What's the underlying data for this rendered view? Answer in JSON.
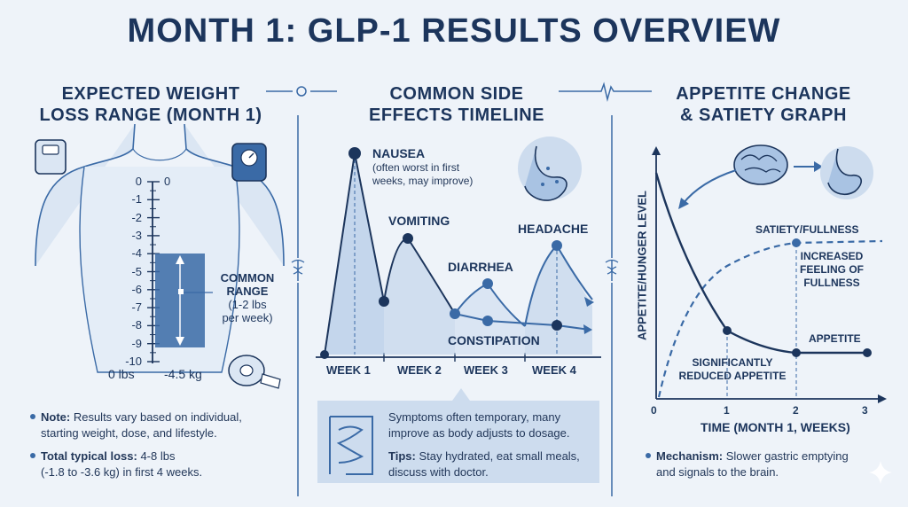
{
  "title": "MONTH 1: GLP-1 RESULTS OVERVIEW",
  "panel1": {
    "heading_line1": "EXPECTED WEIGHT",
    "heading_line2": "LOSS RANGE (MONTH 1)",
    "scale_left": [
      "0",
      "-1",
      "-2",
      "-3",
      "-4",
      "-5",
      "-6",
      "-7",
      "-8",
      "-9",
      "-10"
    ],
    "scale_top_right": "0",
    "bottom_left_label": "0 lbs",
    "bottom_right_label": "-4.5 kg",
    "common_range_title_1": "COMMON",
    "common_range_title_2": "RANGE",
    "common_range_sub_1": "(1-2 lbs",
    "common_range_sub_2": "per week)",
    "note_label": "Note:",
    "note_text_1": " Results vary based on individual,",
    "note_text_2": "starting weight, dose, and lifestyle.",
    "total_label": "Total typical loss:",
    "total_text_1": " 4-8 lbs",
    "total_text_2": "(-1.8 to -3.6 kg) in first 4 weeks."
  },
  "panel2": {
    "heading_line1": "COMMON SIDE",
    "heading_line2": "EFFECTS TIMELINE",
    "weeks": [
      "WEEK 1",
      "WEEK 2",
      "WEEK 3",
      "WEEK 4"
    ],
    "nausea": "NAUSEA",
    "nausea_sub_1": "(often worst in first",
    "nausea_sub_2": "weeks, may improve)",
    "vomiting": "VOMITING",
    "diarrhea": "DIARRHEA",
    "headache": "HEADACHE",
    "constipation": "CONSTIPATION",
    "callout_1": "Symptoms often temporary, many",
    "callout_2": "improve as body adjusts to dosage.",
    "tips_label": "Tips:",
    "tips_1": " Stay hydrated, eat small meals,",
    "tips_2": "discuss with doctor."
  },
  "panel3": {
    "heading_line1": "APPETITE CHANGE",
    "heading_line2": "& SATIETY GRAPH",
    "y_axis_label": "APPETITE/HUNGER LEVEL",
    "x_axis_label": "TIME (MONTH 1, WEEKS)",
    "x_ticks": [
      "0",
      "1",
      "2",
      "3"
    ],
    "satiety": "SATIETY/FULLNESS",
    "increased_1": "INCREASED",
    "increased_2": "FEELING OF",
    "increased_3": "FULLNESS",
    "appetite": "APPETITE",
    "reduced_1": "SIGNIFICANTLY",
    "reduced_2": "REDUCED APPETITE",
    "mech_label": "Mechanism:",
    "mech_1": " Slower gastric emptying",
    "mech_2": "and signals to the brain."
  },
  "colors": {
    "navy": "#1c355c",
    "blue": "#3a6aa6",
    "light": "#a9c3e3",
    "bg": "#eef3f9"
  }
}
